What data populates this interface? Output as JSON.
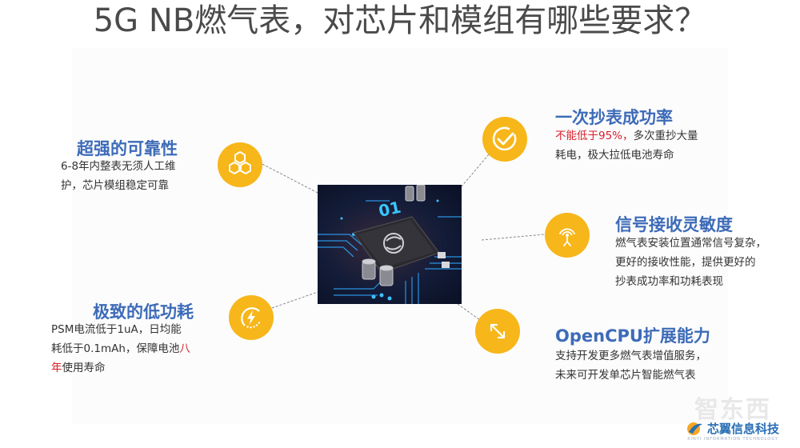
{
  "slide": {
    "title": "5G NB燃气表，对芯片和模组有哪些要求？",
    "colors": {
      "title": "#4a4a4a",
      "feature_title": "#3d6bb8",
      "highlight_red": "#d81e2a",
      "icon_circle": "#f7b61a",
      "body_text": "#333333"
    },
    "features": [
      {
        "id": "reliability",
        "title": "超强的可靠性",
        "icon": "hexagons-icon",
        "desc_lines": [
          "6-8年内整表无须人工维",
          "护，芯片模组稳定可靠"
        ]
      },
      {
        "id": "low-power",
        "title": "极致的低功耗",
        "icon": "lightning-cycle-icon",
        "desc_line1": "PSM电流低于1uA，日均能",
        "desc_line2_plain": "耗低于0.1mAh，保障电池",
        "desc_line2_red": "八",
        "desc_line3_red": "年",
        "desc_line3_plain": "使用寿命"
      },
      {
        "id": "success-rate",
        "title": "一次抄表成功率",
        "icon": "check-circle-icon",
        "desc_line1_red": "不能低于95%，",
        "desc_line1_plain": "多次重抄大量",
        "desc_line2": "耗电，极大拉低电池寿命"
      },
      {
        "id": "sensitivity",
        "title": "信号接收灵敏度",
        "icon": "antenna-signal-icon",
        "desc_lines": [
          "燃气表安装位置通常信号复杂，",
          "更好的接收性能，提供更好的",
          "抄表成功率和功耗表现"
        ]
      },
      {
        "id": "opencpu",
        "title": "OpenCPU扩展能力",
        "icon": "expand-arrows-icon",
        "desc_lines": [
          "支持开发更多燃气表增值服务，",
          "未来可开发单芯片智能燃气表"
        ]
      }
    ],
    "center_image": {
      "label": "01",
      "description": "chip-on-circuit-board"
    },
    "watermark": {
      "brand": "智东西",
      "logo_text": "芯翼信息科技",
      "logo_subtext": "XINYI INFORMATION TECHNOLOGY"
    }
  }
}
